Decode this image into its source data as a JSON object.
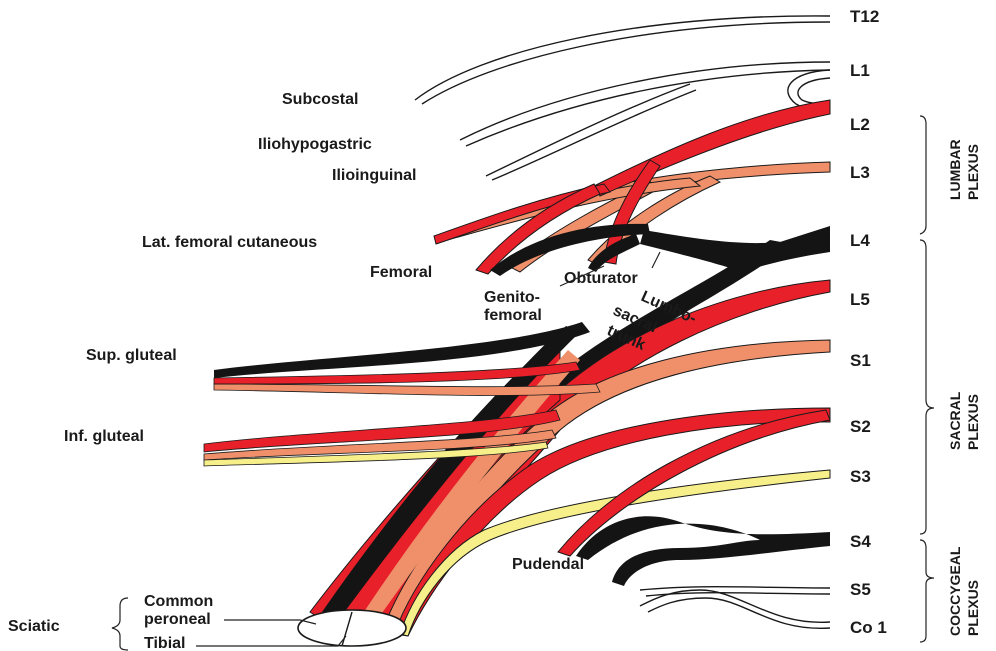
{
  "roots": [
    "T12",
    "L1",
    "L2",
    "L3",
    "L4",
    "L5",
    "S1",
    "S2",
    "S3",
    "S4",
    "S5",
    "Co 1"
  ],
  "plexuses": {
    "lumbar": [
      "LUMBAR",
      "PLEXUS"
    ],
    "sacral": [
      "SACRAL",
      "PLEXUS"
    ],
    "coccygeal": [
      "COCCYGEAL",
      "PLEXUS"
    ]
  },
  "nerves": {
    "subcostal": "Subcostal",
    "iliohypogastric": "Iliohypogastric",
    "ilioinguinal": "Ilioinguinal",
    "lat_femoral_cutaneous": "Lat. femoral cutaneous",
    "femoral": "Femoral",
    "genitofemoral": [
      "Genito-",
      "femoral"
    ],
    "obturator": "Obturator",
    "lumbosacral_trunk": [
      "Lumbo-",
      "sacral",
      "trunk"
    ],
    "sup_gluteal": "Sup. gluteal",
    "inf_gluteal": "Inf. gluteal",
    "pudendal": "Pudendal",
    "sciatic": "Sciatic",
    "common_peroneal": [
      "Common",
      "peroneal"
    ],
    "tibial": "Tibial"
  },
  "colors": {
    "red": "#e8202a",
    "salmon": "#f0906a",
    "black": "#141414",
    "yellow": "#f6ef8a"
  }
}
